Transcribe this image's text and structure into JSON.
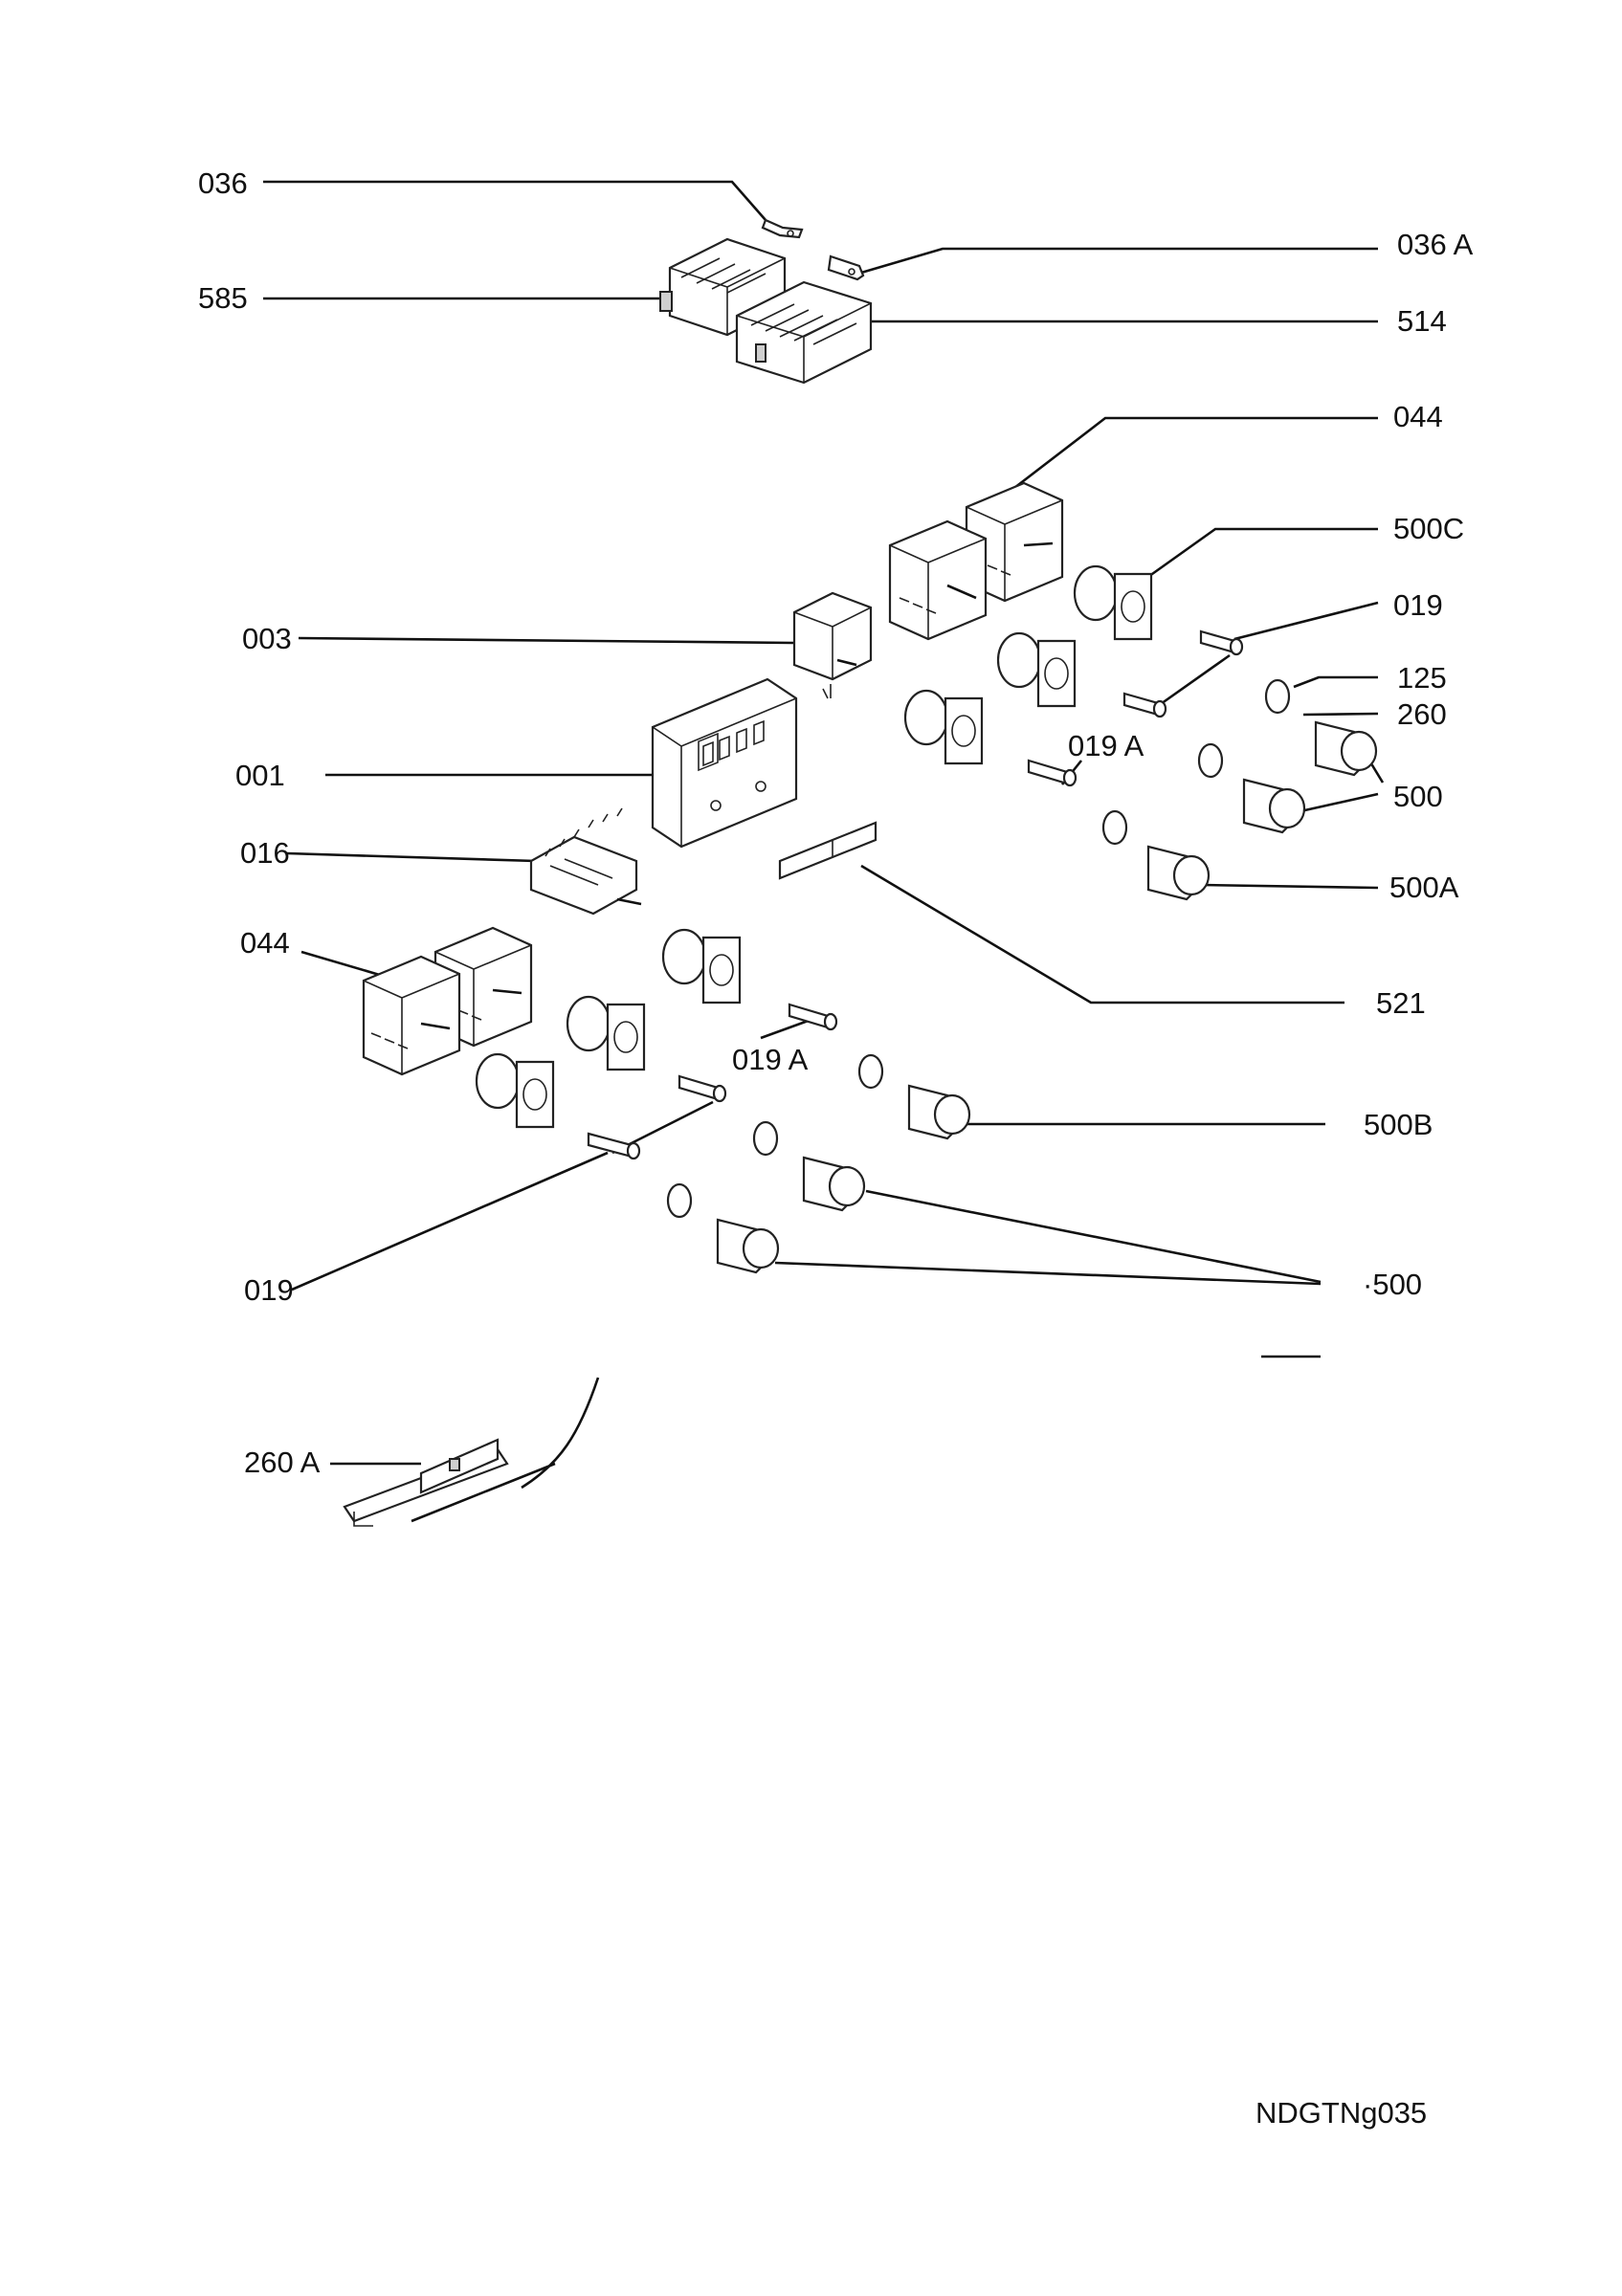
{
  "labels": {
    "l036": "036",
    "l036a": "036 A",
    "l585": "585",
    "l514": "514",
    "l044_top": "044",
    "l500c": "500C",
    "l019_right": "019",
    "l003": "003",
    "l125": "125",
    "l260": "260",
    "l001": "001",
    "l019a_mid": "019 A",
    "l500_right": "500",
    "l016": "016",
    "l500a": "500A",
    "l044_left": "044",
    "l521": "521",
    "l019a_low": "019 A",
    "l500b": "500B",
    "l019_left": "019",
    "l500_bottom": "·500",
    "l260a": "260 A"
  },
  "footer": {
    "code": "NDGTNg035"
  }
}
